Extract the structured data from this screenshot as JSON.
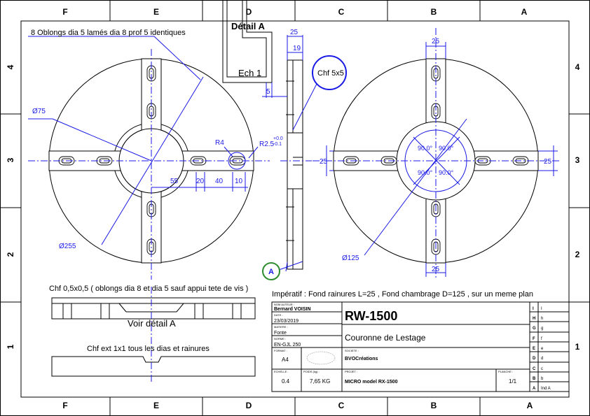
{
  "border": {
    "top_letters": [
      "F",
      "E",
      "D",
      "C",
      "B",
      "A"
    ],
    "bottom_letters": [
      "F",
      "E",
      "D",
      "C",
      "B",
      "A"
    ],
    "side_numbers": [
      "4",
      "3",
      "2",
      "1"
    ]
  },
  "notes": {
    "oblongs": "8 Oblongs dia 5 lamés dia 8 prof 5 identiques",
    "detail_a": "Détail A",
    "ech": "Ech 1",
    "chf5": "Chf 5x5",
    "chf05": "Chf 0,5x0,5 ( oblongs dia 8 et dia 5 sauf appui tete de vis )",
    "voir_detail": "Voir détail A",
    "chf_ext": "Chf ext 1x1 tous les dias et rainures",
    "imperatif": "Impératif : Fond rainures L=25 , Fond chambrage D=125 , sur un meme plan",
    "view_label": "A"
  },
  "dims": {
    "d75": "Ø75",
    "d255": "Ø255",
    "d125": "Ø125",
    "r4": "R4",
    "r25": "R2.5",
    "tol_plus": "+0.0",
    "tol_minus": "-0.1",
    "d55": "55",
    "d20": "20",
    "d40": "40",
    "d10": "10",
    "d25top": "25",
    "d19": "19",
    "d5": "5",
    "d25side": "25",
    "d25bot": "25",
    "d25rt": "25",
    "d25lt": "25",
    "angle": "90.0°"
  },
  "title_block": {
    "author_label": "NOM AUTEUR :",
    "author": "Bernard VOISIN",
    "date_label": "DATE :",
    "date": "23/03/2019",
    "matiere_label": "MATIERE :",
    "matiere": "Fonte",
    "norme_label": "NORME :",
    "norme": "EN-GJL 250",
    "format_label": "FORMAT :",
    "format": "A4",
    "code": "RW-1500",
    "designation": "Couronne de Lestage",
    "societe_label": "SOCIETE :",
    "societe": "BVOCréations",
    "echelle_label": "ECHELLE :",
    "echelle": "0.4",
    "poids_label": "POIDS (kg) :",
    "poids": "7,65 KG",
    "projet_label": "PROJET :",
    "projet": "MICRO model RX-1500",
    "planche_label": "PLANCHE :",
    "planche": "1/1",
    "revisions": [
      {
        "letter": "I",
        "text": "I"
      },
      {
        "letter": "H",
        "text": "h"
      },
      {
        "letter": "G",
        "text": "g"
      },
      {
        "letter": "F",
        "text": "f"
      },
      {
        "letter": "E",
        "text": "e"
      },
      {
        "letter": "D",
        "text": "d"
      },
      {
        "letter": "C",
        "text": "c"
      },
      {
        "letter": "B",
        "text": "b"
      },
      {
        "letter": "A",
        "text": "Ind A"
      }
    ]
  }
}
